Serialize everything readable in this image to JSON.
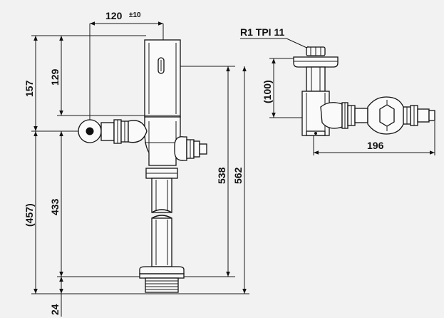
{
  "front_view": {
    "dims": {
      "width_top": "120",
      "width_top_tol": "±10",
      "h_157": "157",
      "h_129": "129",
      "h_457": "(457)",
      "h_433": "433",
      "h_538": "538",
      "h_562": "562",
      "h_24": "24"
    }
  },
  "side_view": {
    "thread_label": "R1 TPI 11",
    "dims": {
      "h_100": "(100)",
      "w_196": "196"
    }
  }
}
